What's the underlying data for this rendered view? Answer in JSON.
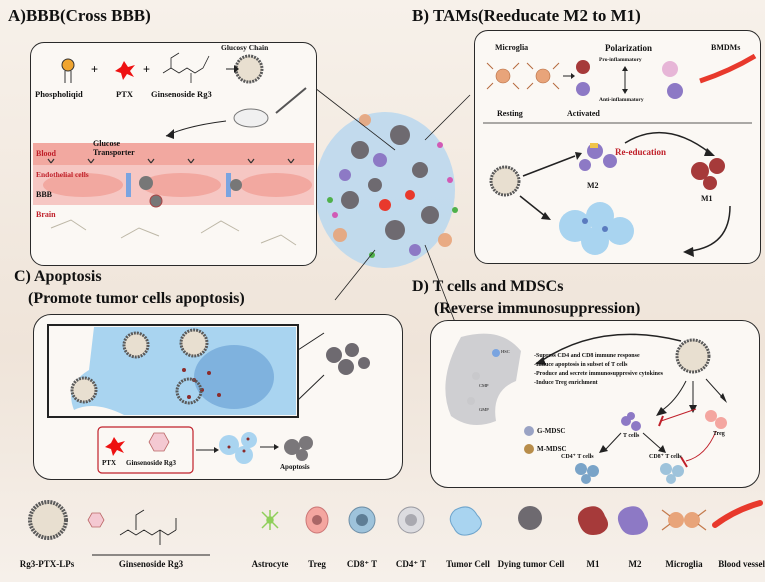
{
  "panels": {
    "a": {
      "title": "A)BBB(Cross BBB)",
      "phospholipid": "Phospholiqid",
      "ptx": "PTX",
      "rg3": "Ginsenoside Rg3",
      "glucose_chain": "Glucosy Chain",
      "blood": "Blood",
      "glucose_transporter": "Glucose\nTransporter",
      "endothelial": "Endothelial cells",
      "bbb": "BBB",
      "brain": "Brain"
    },
    "b": {
      "title": "B)  TAMs(Reeducate M2 to M1)",
      "microglia": "Microglia",
      "polarization": "Polarization",
      "bmdms": "BMDMs",
      "pro": "Pro-inflammatory",
      "anti": "Anti-inflammatory",
      "resting": "Resting",
      "activated": "Activated",
      "reeducation": "Re-education",
      "m2": "M2",
      "m1": "M1"
    },
    "c": {
      "title1": "C) Apoptosis",
      "title2": "(Promote tumor cells apoptosis)",
      "ptx": "PTX",
      "rg3": "Ginsenoside Rg3",
      "apoptosis": "Apoptosis"
    },
    "d": {
      "title1": "D) T cells and MDSCs",
      "title2": "(Reverse immunosuppression)",
      "bullets": [
        "-Supress CD4 and CD8 immune response",
        "-Induce apoptosis in subset of T cells",
        "-Produce and secrete immunosuppresive cytokines",
        "-Induce Treg enrichment"
      ],
      "g_mdsc": "G-MDSC",
      "m_mdsc": "M-MDSC",
      "t_cells": "T cells",
      "treg": "Treg",
      "cd4": "CD4⁺ T cells",
      "cd8": "CD8⁺ T cells",
      "cmp": "CMP",
      "gmp": "GMP",
      "hsc": "HSC"
    }
  },
  "legend": [
    {
      "name": "Rg3-PTX-LPs"
    },
    {
      "name": "Ginsenoside Rg3"
    },
    {
      "name": "Astrocyte"
    },
    {
      "name": "Treg"
    },
    {
      "name": "CD8⁺ T"
    },
    {
      "name": "CD4⁺ T"
    },
    {
      "name": "Tumor Cell"
    },
    {
      "name": "Dying tumor Cell"
    },
    {
      "name": "M1"
    },
    {
      "name": "M2"
    },
    {
      "name": "Microglia"
    },
    {
      "name": "Blood vessel"
    }
  ],
  "colors": {
    "blood": "#f2a8a0",
    "tumor": "#a9d4f0",
    "m1": "#a63a3a",
    "m2": "#8d79c5",
    "microglia": "#e8a47a",
    "vessel": "#e8392c",
    "astrocyte": "#8fcf5a"
  }
}
